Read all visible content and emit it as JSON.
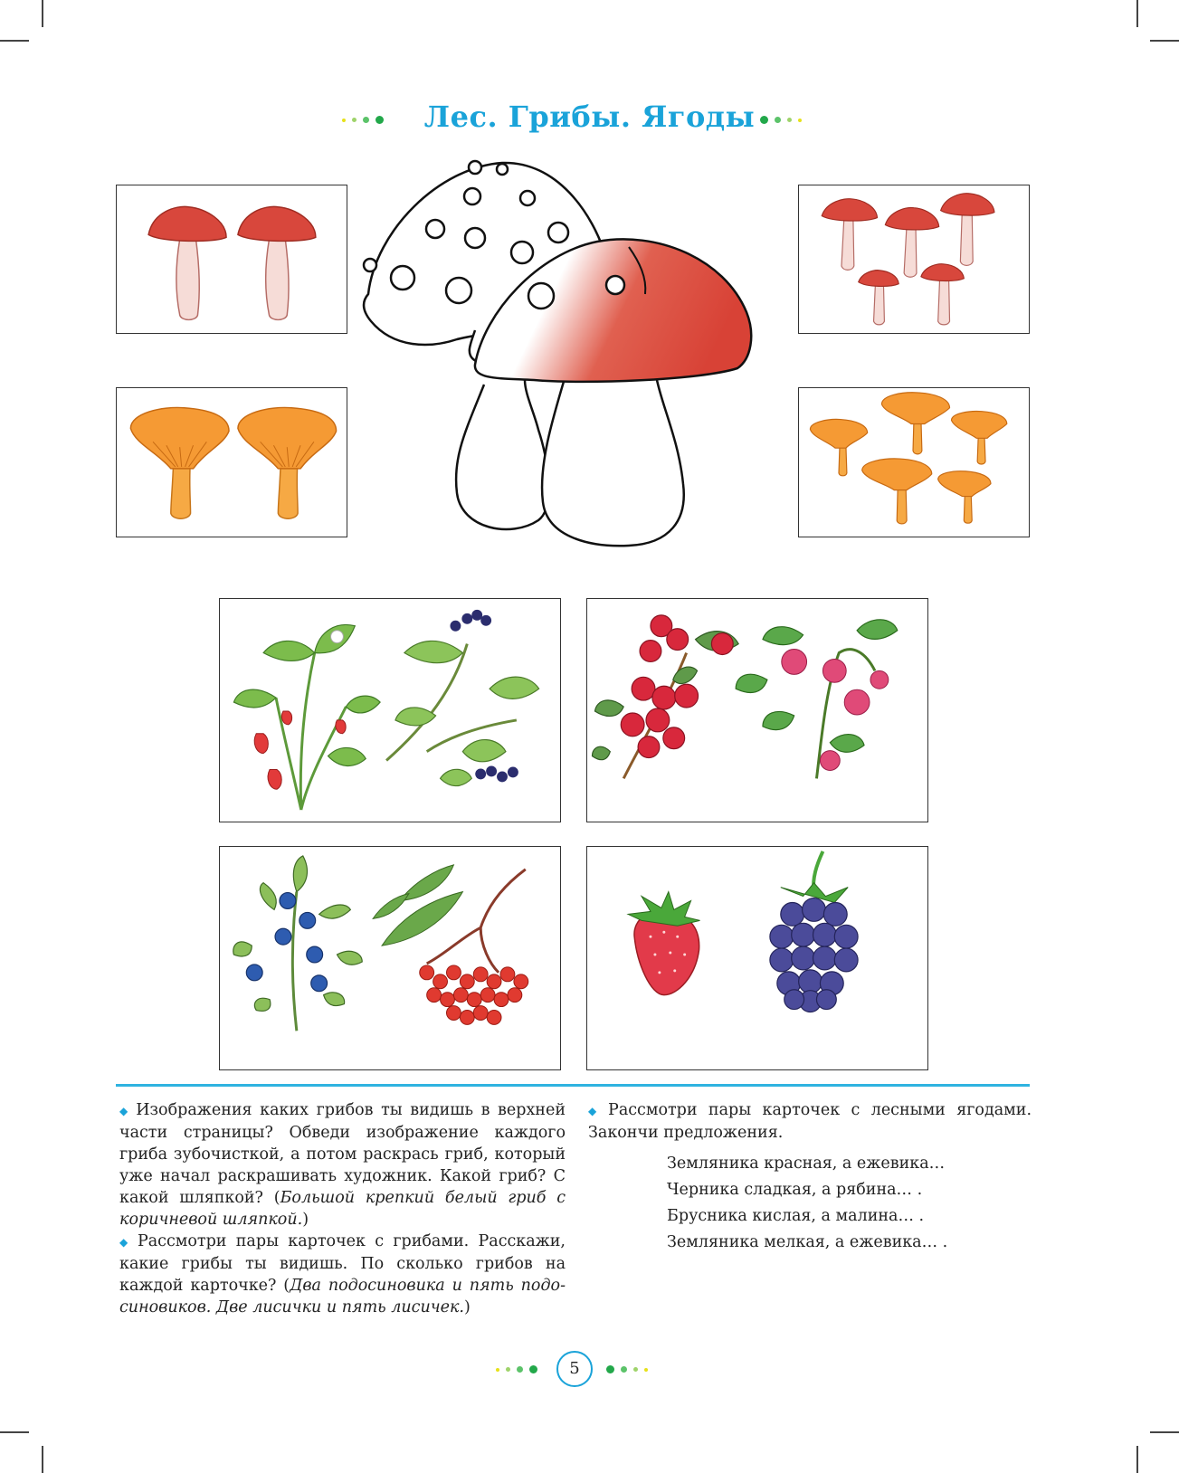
{
  "page_title": "Лес. Грибы. Ягоды",
  "colors": {
    "accent": "#1aa3d9",
    "green": "#3bb54a",
    "rule": "#2fb3e0"
  },
  "left_text": {
    "p1_a": "Изображения каких грибов ты видишь в верхней части страницы? Обведи изображение каждого гриба зубочисткой, а потом раскрась гриб, который уже начал раскрашивать художник. Какой гриб? С какой шляпкой? (",
    "p1_italic": "Большой крепкий белый гриб с коричневой шляпкой.",
    "p1_b": ")",
    "p2_a": "Рассмотри пары карточек с грибами. Расскажи, какие грибы ты видишь. По сколько грибов на каждой карточке? (",
    "p2_italic": "Два подосиновика и пять подо­синовиков. Две лисички и пять лисичек.",
    "p2_b": ")"
  },
  "right_text": {
    "intro": "Рассмотри пары карточек с лесными ягодами. Закончи предложения.",
    "sentences": [
      "Земляника красная, а ежевика…",
      "Черника сладкая, а рябина… .",
      "Брусника кислая, а малина… .",
      "Земляника мелкая, а ежевика… ."
    ]
  },
  "page_number": "5",
  "icons": [
    "red-mushroom-icon",
    "chanterelle-icon",
    "strawberry-plant-icon",
    "blackberry-plant-icon",
    "lingonberry-icon",
    "raspberry-icon",
    "blueberry-icon",
    "rowan-icon",
    "strawberry-icon",
    "blackberry-icon"
  ]
}
